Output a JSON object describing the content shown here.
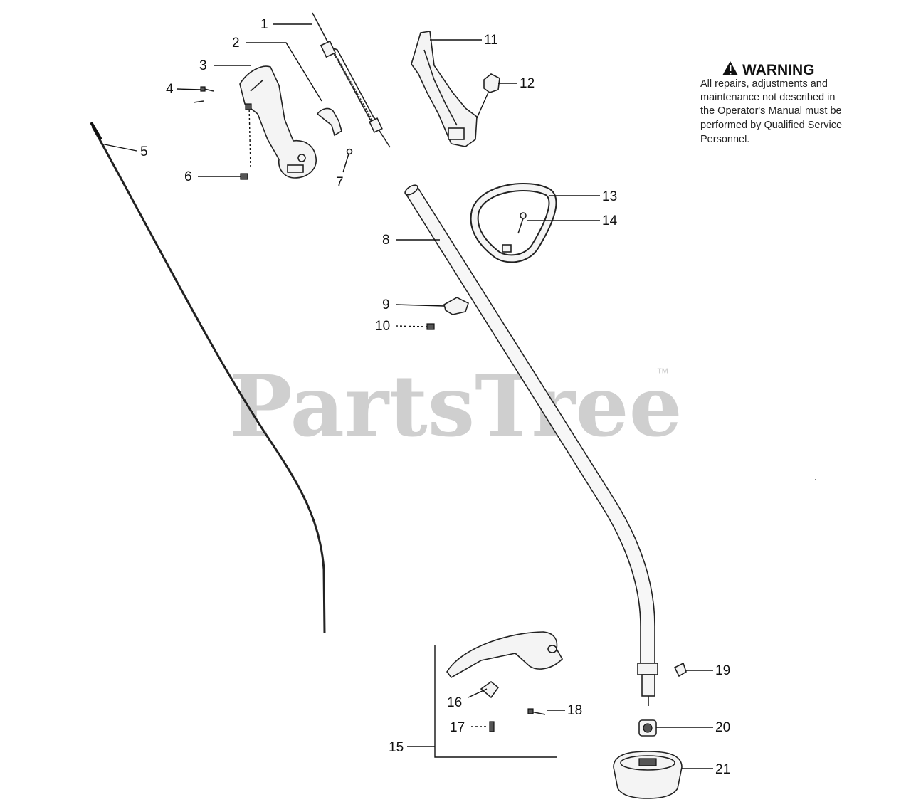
{
  "watermark": {
    "text": "PartsTree",
    "trademark": "™"
  },
  "warning": {
    "icon": "warning-triangle-icon",
    "title": "WARNING",
    "lines": [
      "All repairs, adjustments and",
      "maintenance not described in",
      "the Operator's Manual must be",
      "performed by Qualified Service",
      "Personnel."
    ]
  },
  "callouts": {
    "c1": "1",
    "c2": "2",
    "c3": "3",
    "c4": "4",
    "c5": "5",
    "c6": "6",
    "c7": "7",
    "c8": "8",
    "c9": "9",
    "c10": "10",
    "c11": "11",
    "c12": "12",
    "c13": "13",
    "c14": "14",
    "c15": "15",
    "c16": "16",
    "c17": "17",
    "c18": "18",
    "c19": "19",
    "c20": "20",
    "c21": "21"
  }
}
